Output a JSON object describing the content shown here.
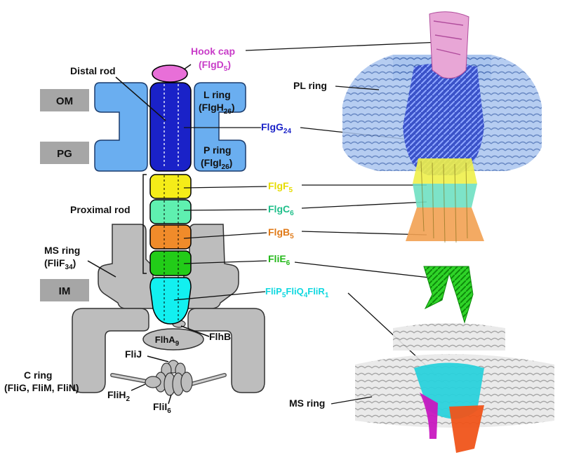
{
  "colors": {
    "hook_cap": "#e86fd8",
    "distal_rod": "#1a22c8",
    "lp_ring": "#6aaef0",
    "flgf": "#f5ec18",
    "flgc": "#5ff0b0",
    "flgb": "#f08b2a",
    "flie": "#22cc18",
    "flip": "#12f0f0",
    "gray_parts": "#bdbdbd",
    "membrane_box": "#a6a6a6"
  },
  "membranes": [
    {
      "key": "om",
      "label": "OM"
    },
    {
      "key": "pg",
      "label": "PG"
    },
    {
      "key": "im",
      "label": "IM"
    }
  ],
  "labels": {
    "hook_cap": {
      "line1": "Hook cap",
      "line2_a": "(FlgD",
      "line2_sub": "5",
      "line2_b": ")"
    },
    "distal_rod": "Distal rod",
    "l_ring": {
      "line1": "L ring",
      "line2_a": "(FlgH",
      "line2_sub": "26",
      "line2_b": ")"
    },
    "p_ring": {
      "line1": "P ring",
      "line2_a": "(FlgI",
      "line2_sub": "26",
      "line2_b": ")"
    },
    "proximal_rod": "Proximal rod",
    "ms_ring": {
      "line1": "MS ring",
      "line2_a": "(FliF",
      "line2_sub": "34",
      "line2_b": ")"
    },
    "flha": {
      "main": "FlhA",
      "sub": "9"
    },
    "flhb": "FlhB",
    "flij": "FliJ",
    "c_ring": {
      "line1": "C ring",
      "line2": "(FliG, FliM, FliN)"
    },
    "flih": {
      "main": "FliH",
      "sub": "2"
    },
    "flii": {
      "main": "FliI",
      "sub": "6"
    }
  },
  "components": [
    {
      "key": "flgg",
      "main": "FlgG",
      "sub": "24",
      "color": "#1a22c8"
    },
    {
      "key": "flgf",
      "main": "FlgF",
      "sub": "5",
      "color": "#e6dc00"
    },
    {
      "key": "flgc",
      "main": "FlgC",
      "sub": "6",
      "color": "#1fbf8a"
    },
    {
      "key": "flgb",
      "main": "FlgB",
      "sub": "5",
      "color": "#e07a18"
    },
    {
      "key": "flie",
      "main": "FliE",
      "sub": "6",
      "color": "#22b818"
    },
    {
      "key": "flipqr",
      "main": "FliP",
      "sub": "5",
      "main2": "FliQ",
      "sub2": "4",
      "main3": "FliR",
      "sub3": "1",
      "color": "#10d8e0"
    }
  ],
  "structure_labels": {
    "pl_ring": "PL ring",
    "ms_ring": "MS ring"
  }
}
